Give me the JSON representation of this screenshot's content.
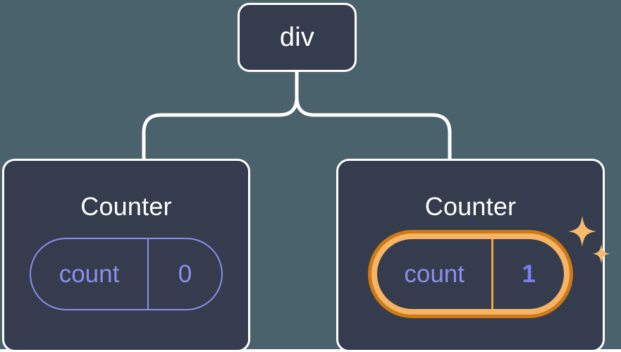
{
  "diagram": {
    "title": "react-component-tree-state-highlight",
    "background_color": "#4a626c",
    "node_fill": "#343c4d",
    "node_border": "#ffffff",
    "state_color": "#8b8fed",
    "highlight_outer_color": "#cf7a16",
    "highlight_inner_color": "#f6b464",
    "sparkle_color": "#f9bb6b"
  },
  "root": {
    "label": "div"
  },
  "children": [
    {
      "label": "Counter",
      "state": {
        "key": "count",
        "value": "0"
      },
      "highlighted": false
    },
    {
      "label": "Counter",
      "state": {
        "key": "count",
        "value": "1"
      },
      "highlighted": true,
      "sparkle_icons": [
        "sparkle-large-icon",
        "sparkle-small-icon"
      ]
    }
  ],
  "edges": [
    {
      "from": "div",
      "to": "Counter-left"
    },
    {
      "from": "div",
      "to": "Counter-right"
    }
  ]
}
